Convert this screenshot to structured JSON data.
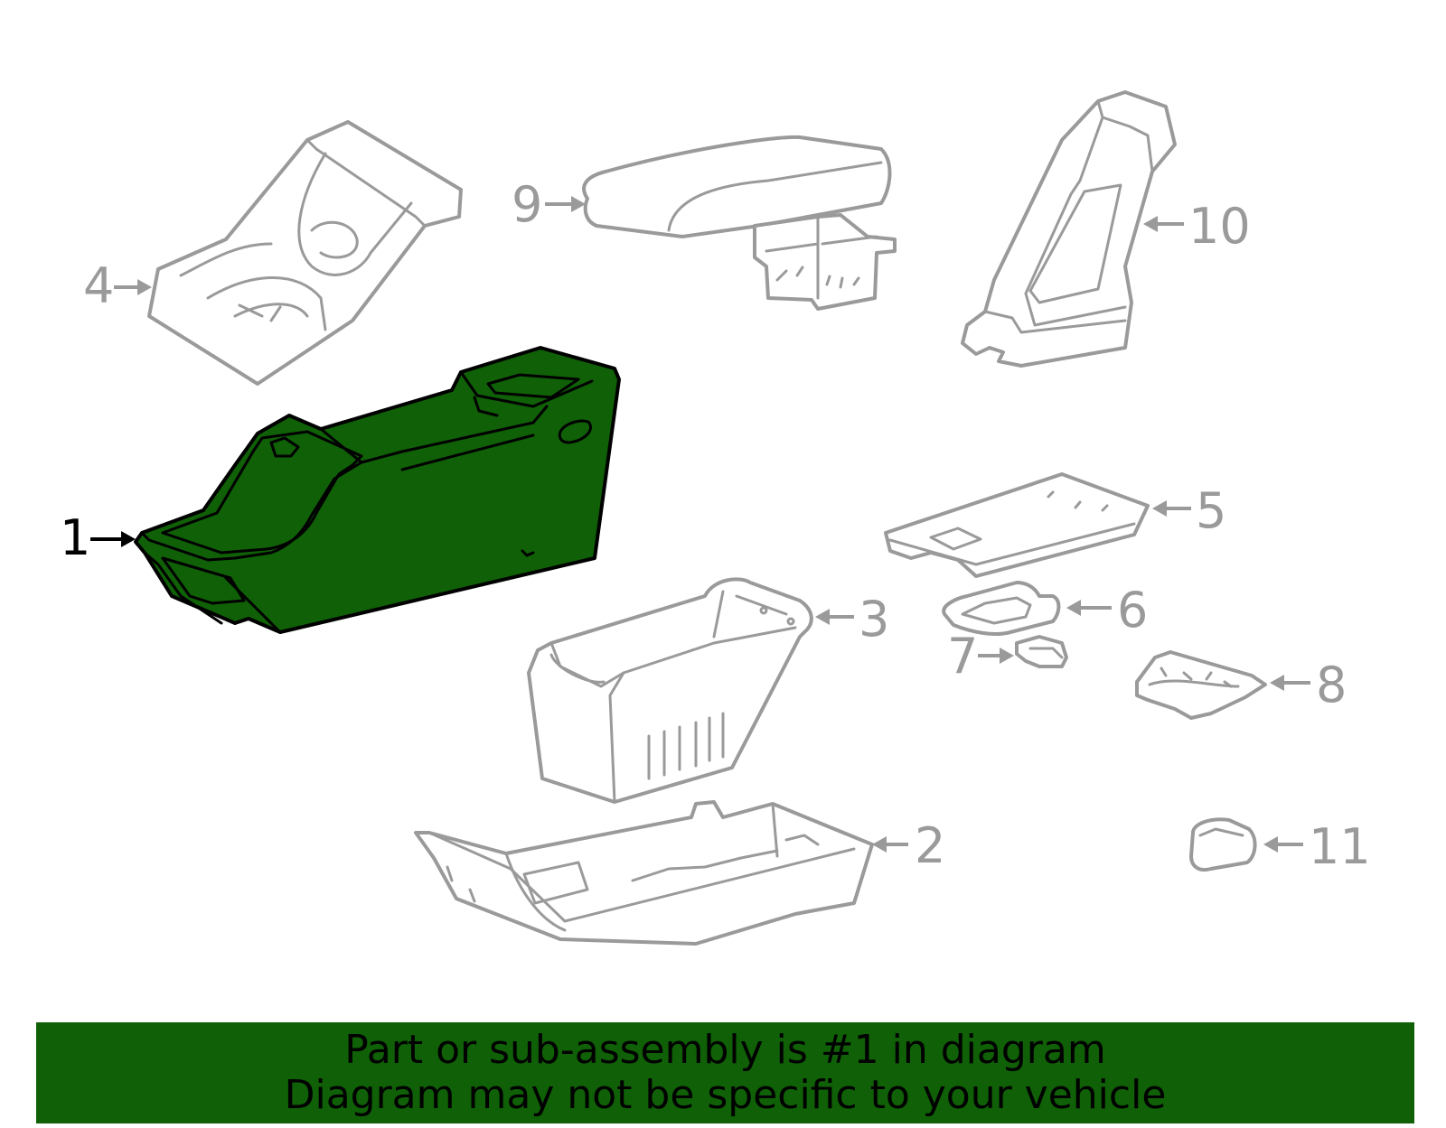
{
  "colors": {
    "highlight": "#0f6006",
    "part_line": "#9a9a9a",
    "highlight_line": "#000000",
    "banner_bg": "#0f6006",
    "banner_text": "#000000"
  },
  "callouts": {
    "c1": "1",
    "c2": "2",
    "c3": "3",
    "c4": "4",
    "c5": "5",
    "c6": "6",
    "c7": "7",
    "c8": "8",
    "c9": "9",
    "c10": "10",
    "c11": "11"
  },
  "highlighted_part": "1",
  "banner": {
    "line1": "Part or sub-assembly is #1 in diagram",
    "line2": "Diagram may not be specific to your vehicle"
  }
}
